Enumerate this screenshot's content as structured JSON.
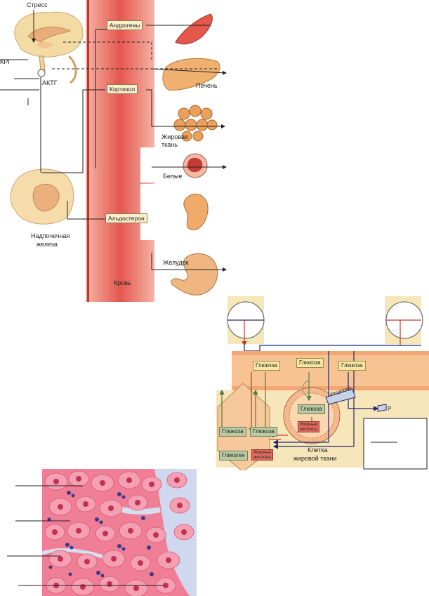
{
  "top_diagram": {
    "labels": {
      "stress": "Стресс",
      "krg": "КРГ",
      "aktg": "АКТГ",
      "androgens": "Андрогены",
      "cortisol": "Кортизол",
      "aldosterone": "Альдостерон",
      "liver": "Печень",
      "adipose_line1": "Жировая",
      "adipose_line2": "ткань",
      "white": "Белые",
      "stomach": "Желудок",
      "adrenal_line1": "Надпочечная",
      "adrenal_line2": "железа",
      "blood": "Кровь"
    }
  },
  "metabolism_diagram": {
    "labels": {
      "glucose_left": "Глюкоза",
      "glucose_top": "Глюкоза",
      "glucose_right": "Глюкоза",
      "glucose_liver_a": "Глюкоза",
      "glucose_liver_b": "Глюкоза",
      "glucose_cell": "Глюкоза",
      "glycogen": "Гликоген",
      "fatty_acids_cell_l1": "Жирные",
      "fatty_acids_cell_l2": "кислоты",
      "fatty_acids_liver_l1": "Жирные",
      "fatty_acids_liver_l2": "кислоты",
      "receptor": "Рецептор",
      "receptor_edge": "Р",
      "fat_cell_l1": "Клетка",
      "fat_cell_l2": "жировой ткани"
    }
  },
  "colors": {
    "blood": "#e4574e",
    "cream": "#f4dfa6",
    "tan": "#f5b88a",
    "navy": "#1f2a6b",
    "tissue_pink": "#f28ea1"
  }
}
